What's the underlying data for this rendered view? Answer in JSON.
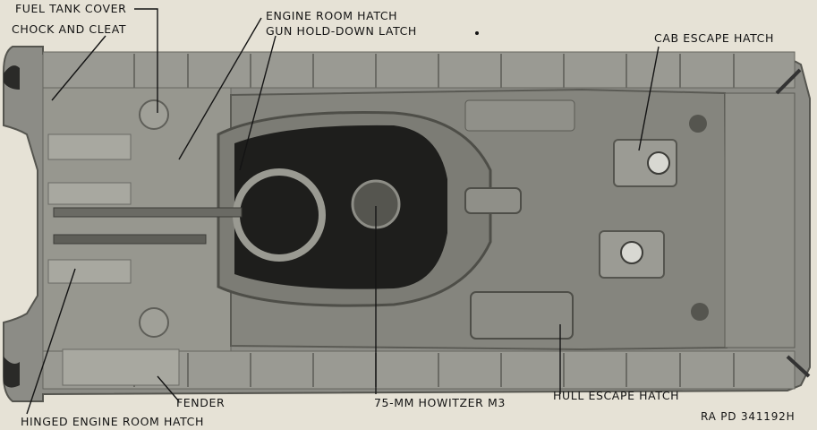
{
  "labels": {
    "fuel_tank_cover": "FUEL TANK COVER",
    "chock_and_cleat": "CHOCK AND CLEAT",
    "engine_room_hatch": "ENGINE ROOM HATCH",
    "gun_hold_down_latch": "GUN HOLD-DOWN LATCH",
    "cab_escape_hatch": "CAB ESCAPE HATCH",
    "fender": "FENDER",
    "hinged_engine_room_hatch": "HINGED ENGINE ROOM HATCH",
    "howitzer": "75-MM HOWITZER M3",
    "hull_escape_hatch": "HULL ESCAPE HATCH",
    "reference": "RA PD 341192H"
  },
  "colors": {
    "background": "#e6e2d6",
    "hull": "#8c8c86",
    "hull_dark": "#6f6f69",
    "hull_light": "#a3a39c",
    "turret_interior": "#1e1e1c",
    "ink": "#141414"
  },
  "icons": [
    "hatch-handle-icon",
    "gun-barrel-icon",
    "lifting-eye-icon"
  ]
}
